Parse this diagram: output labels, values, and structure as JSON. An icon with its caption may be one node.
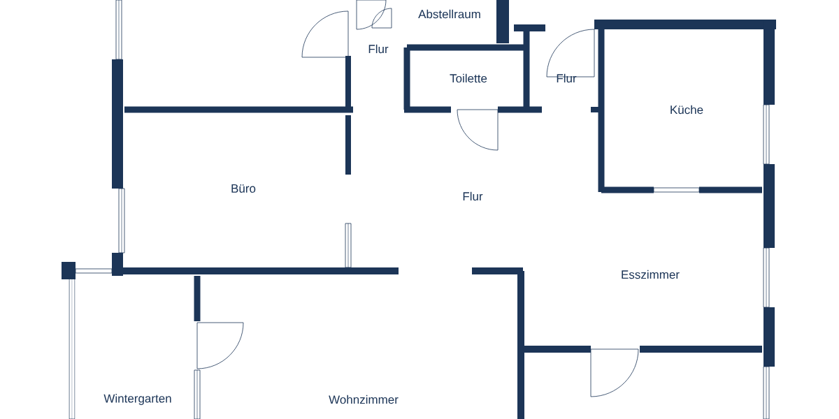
{
  "diagram": {
    "labels": [
      "Abstellraum",
      "Flur",
      "Toilette",
      "Flur",
      "Küche",
      "Büro",
      "Flur",
      "Esszimmer",
      "Wintergarten",
      "Wohnzimmer"
    ]
  }
}
